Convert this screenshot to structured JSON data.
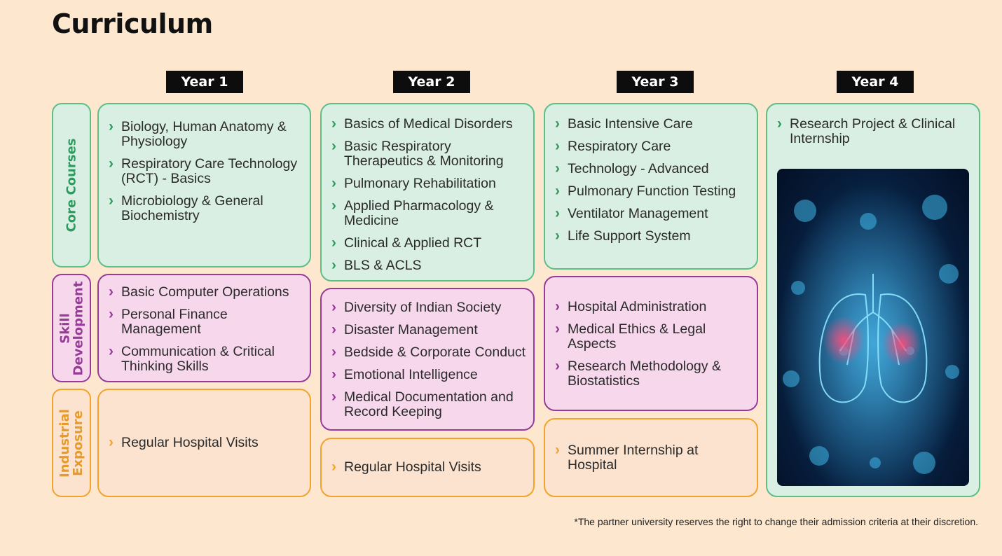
{
  "title": "Curriculum",
  "years": [
    "Year 1",
    "Year 2",
    "Year 3",
    "Year 4"
  ],
  "row_labels": {
    "core": "Core Courses",
    "skill_line1": "Skill",
    "skill_line2": "Development",
    "industrial_line1": "Industrial",
    "industrial_line2": "Exposure"
  },
  "core": {
    "year1": [
      "Biology, Human Anatomy & Physiology",
      "Respiratory Care Technology (RCT) - Basics",
      "Microbiology & General Biochemistry"
    ],
    "year2": [
      "Basics of Medical Disorders",
      "Basic Respiratory Therapeutics & Monitoring",
      "Pulmonary Rehabilitation",
      "Applied Pharmacology & Medicine",
      "Clinical & Applied RCT",
      "BLS & ACLS"
    ],
    "year3": [
      "Basic Intensive Care",
      "Respiratory Care",
      "Technology - Advanced",
      "Pulmonary Function Testing",
      "Ventilator Management",
      "Life Support System"
    ],
    "year4": [
      "Research Project & Clinical Internship"
    ]
  },
  "skill": {
    "year1": [
      "Basic Computer Operations",
      "Personal Finance Management",
      "Communication & Critical Thinking Skills"
    ],
    "year2": [
      "Diversity of Indian Society",
      "Disaster Management",
      "Bedside & Corporate Conduct",
      "Emotional Intelligence",
      "Medical Documentation and Record Keeping"
    ],
    "year3": [
      "Hospital Administration",
      "Medical Ethics & Legal Aspects",
      "Research Methodology & Biostatistics"
    ]
  },
  "industrial": {
    "year1": [
      "Regular Hospital Visits"
    ],
    "year2": [
      "Regular Hospital Visits"
    ],
    "year3": [
      "Summer Internship at Hospital"
    ]
  },
  "disclaimer": "*The partner university reserves the right to change their admission criteria at their discretion.",
  "colors": {
    "background": "#fde8cf",
    "core_border": "#5cbf86",
    "skill_border": "#963c98",
    "industrial_border": "#f3a32b"
  },
  "image": {
    "icon": "lungs-virus-illustration"
  }
}
